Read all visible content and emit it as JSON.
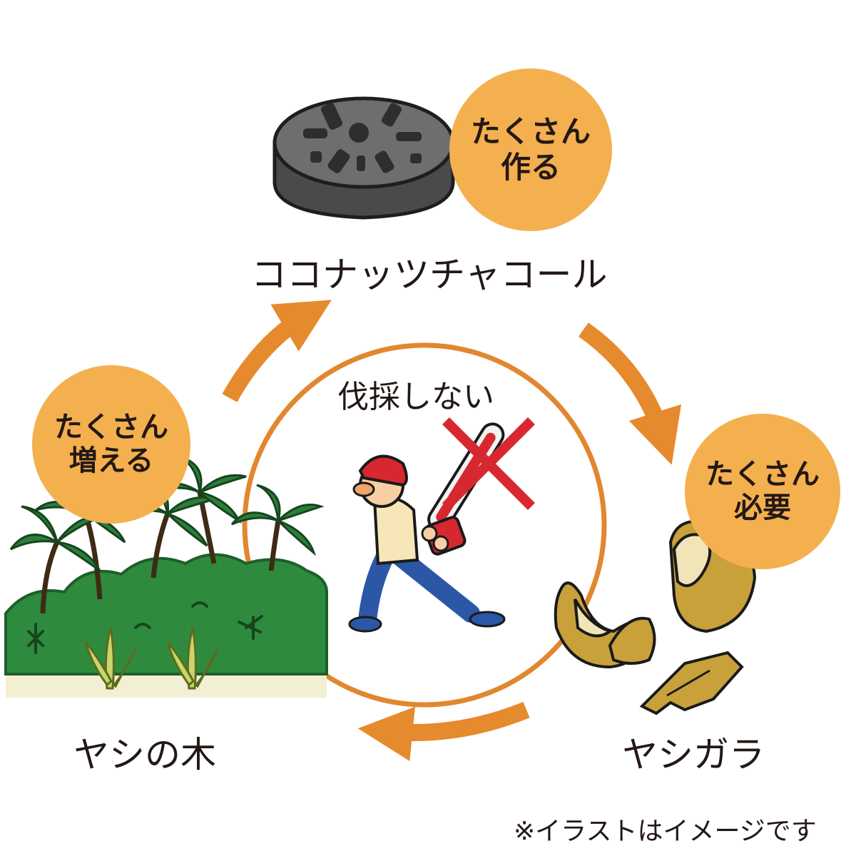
{
  "colors": {
    "badge": "#F4B04E",
    "arrow": "#E68A2E",
    "ring": "#E1872F",
    "forbid_mark": "#D7282F",
    "grass": "#2E8B3E",
    "palm": "#2A7F3A",
    "charcoal": "#4A4A4C",
    "shell": "#C9A13B",
    "text": "#231815"
  },
  "charcoal_node": {
    "label": "ココナッツチャコール",
    "badge_line1": "たくさん",
    "badge_line2": "作る"
  },
  "palm_node": {
    "label": "ヤシの木",
    "badge_line1": "たくさん",
    "badge_line2": "増える"
  },
  "shell_node": {
    "label": "ヤシガラ",
    "badge_line1": "たくさん",
    "badge_line2": "必要"
  },
  "center": {
    "label": "伐採しない"
  },
  "footnote": "※イラストはイメージです"
}
